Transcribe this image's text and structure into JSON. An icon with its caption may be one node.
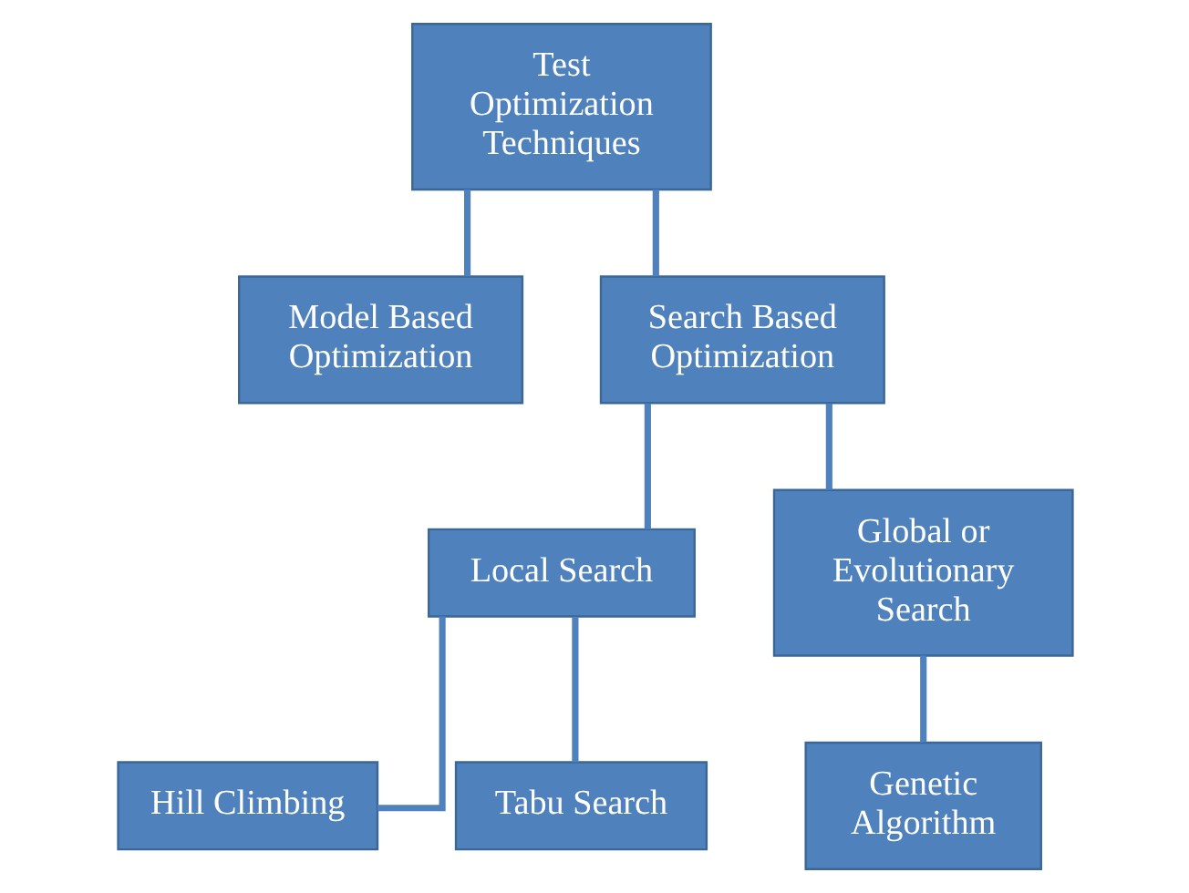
{
  "diagram": {
    "nodes": [
      {
        "text": [
          "Test Optimization Techniques"
        ]
      },
      {
        "text": [
          "Model Based Optimization"
        ]
      },
      {
        "text": [
          "Search Based Optimization"
        ]
      },
      {
        "text": [
          "Local Search"
        ]
      },
      {
        "text": [
          "Global or Evolutionary Search"
        ]
      },
      {
        "text": [
          "Hill Climbing"
        ]
      },
      {
        "text": [
          "Tabu Search"
        ]
      },
      {
        "text": [
          "Genetic Algorithm"
        ]
      }
    ],
    "edges": [
      {
        "from": 0,
        "to": 1,
        "arrow": "none"
      },
      {
        "from": 0,
        "to": 2,
        "arrow": "none"
      },
      {
        "from": 2,
        "to": 3,
        "arrow": "none"
      },
      {
        "from": 2,
        "to": 4,
        "arrow": "none"
      },
      {
        "from": 3,
        "to": 5,
        "arrow": "none"
      },
      {
        "from": 3,
        "to": 6,
        "arrow": "none"
      },
      {
        "from": 4,
        "to": 7,
        "arrow": "none"
      }
    ]
  }
}
